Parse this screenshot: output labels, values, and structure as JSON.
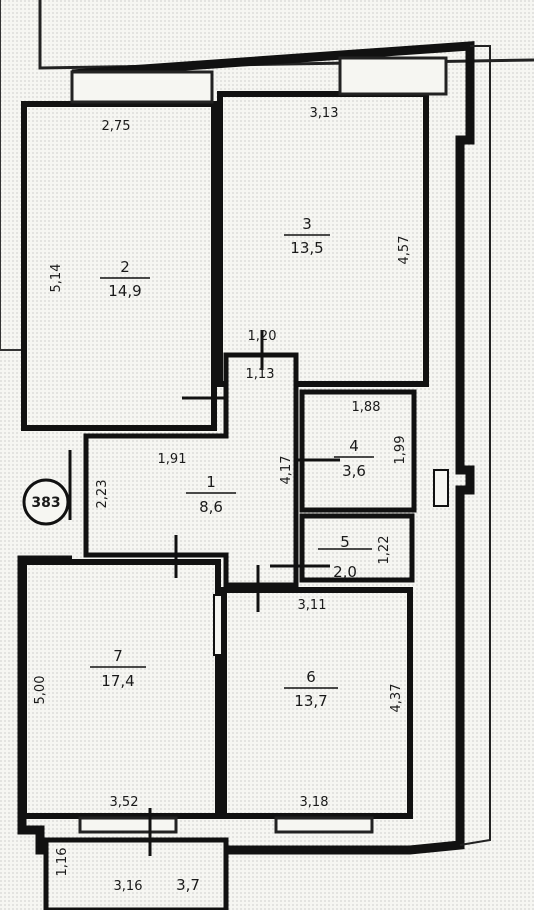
{
  "rooms": [
    {
      "id": "1",
      "number": "1",
      "area": "8,6"
    },
    {
      "id": "2",
      "number": "2",
      "area": "14,9"
    },
    {
      "id": "3",
      "number": "3",
      "area": "13,5"
    },
    {
      "id": "4",
      "number": "4",
      "area": "3,6"
    },
    {
      "id": "5",
      "number": "5",
      "area": "2,0"
    },
    {
      "id": "6",
      "number": "6",
      "area": "13,7"
    },
    {
      "id": "7",
      "number": "7",
      "area": "17,4"
    },
    {
      "id": "balcony",
      "number": "",
      "area": "3,7"
    }
  ],
  "dimensions": {
    "r2_top": "2,75",
    "r2_side": "5,14",
    "r3_top": "3,13",
    "r3_side": "4,57",
    "hall_a": "1,20",
    "hall_b": "1,13",
    "hall_c": "1,91",
    "hall_d": "2,23",
    "hall_e": "4,17",
    "r4_top": "1,88",
    "r4_side": "1,99",
    "r5_side": "1,22",
    "r6_top": "3,11",
    "r6_side": "4,37",
    "r6_bottom": "3,18",
    "r7_side": "5,00",
    "r7_bottom": "3,52",
    "balcony_side": "1,16",
    "balcony_len": "3,16"
  },
  "marker": "383"
}
